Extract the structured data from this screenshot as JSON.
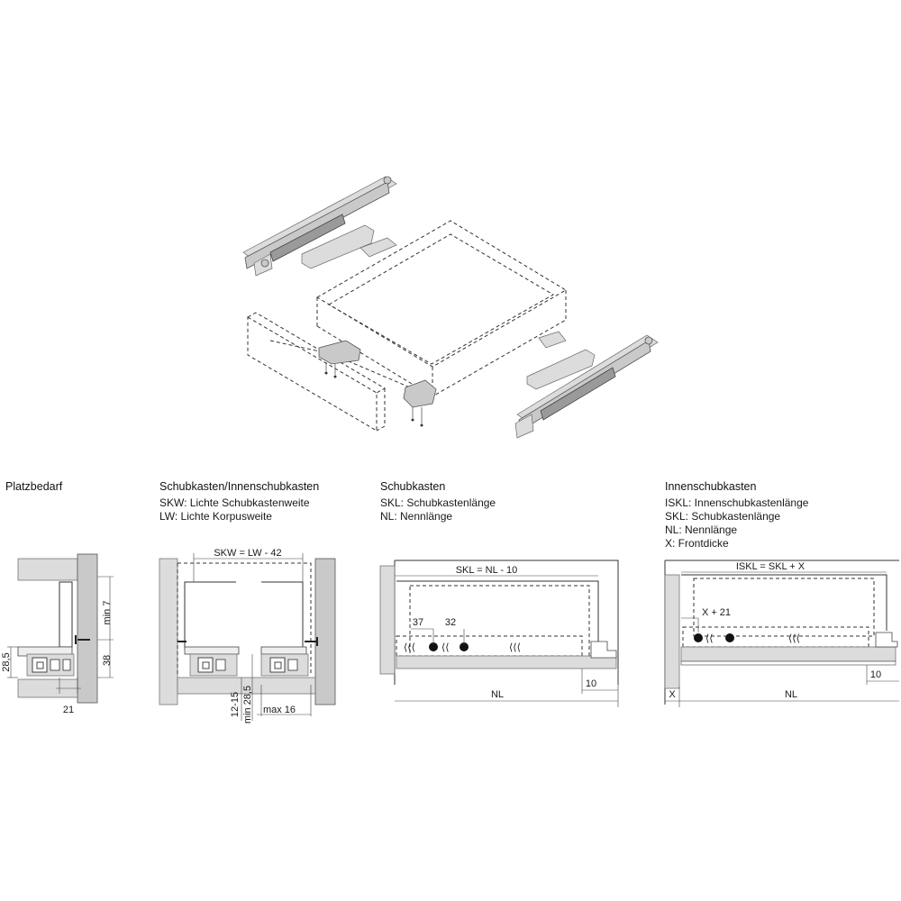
{
  "sections": {
    "platzbedarf": {
      "title": "Platzbedarf",
      "dims": {
        "min7": "min 7",
        "d38": "38",
        "d28_5": "28,5",
        "d21": "21"
      }
    },
    "schubkasten_innen": {
      "title": "Schubkasten/Innenschubkasten",
      "legend": [
        "SKW: Lichte Schubkastenweite",
        "LW: Lichte Korpusweite"
      ],
      "dims": {
        "formula": "SKW = LW - 42",
        "d12_15": "12-15",
        "min28_5": "min 28,5",
        "max16": "max 16"
      }
    },
    "schubkasten": {
      "title": "Schubkasten",
      "legend": [
        "SKL: Schubkastenlänge",
        "NL: Nennlänge"
      ],
      "dims": {
        "formula": "SKL = NL - 10",
        "d37": "37",
        "d32": "32",
        "nl": "NL",
        "d10": "10"
      }
    },
    "innenschubkasten": {
      "title": "Innenschubkasten",
      "legend": [
        "ISKL: Innenschubkastenlänge",
        "SKL: Schubkastenlänge",
        "NL: Nennlänge",
        "X: Frontdicke"
      ],
      "dims": {
        "formula": "ISKL = SKL + X",
        "x21": "X + 21",
        "x": "X",
        "nl": "NL",
        "d10": "10"
      }
    }
  }
}
